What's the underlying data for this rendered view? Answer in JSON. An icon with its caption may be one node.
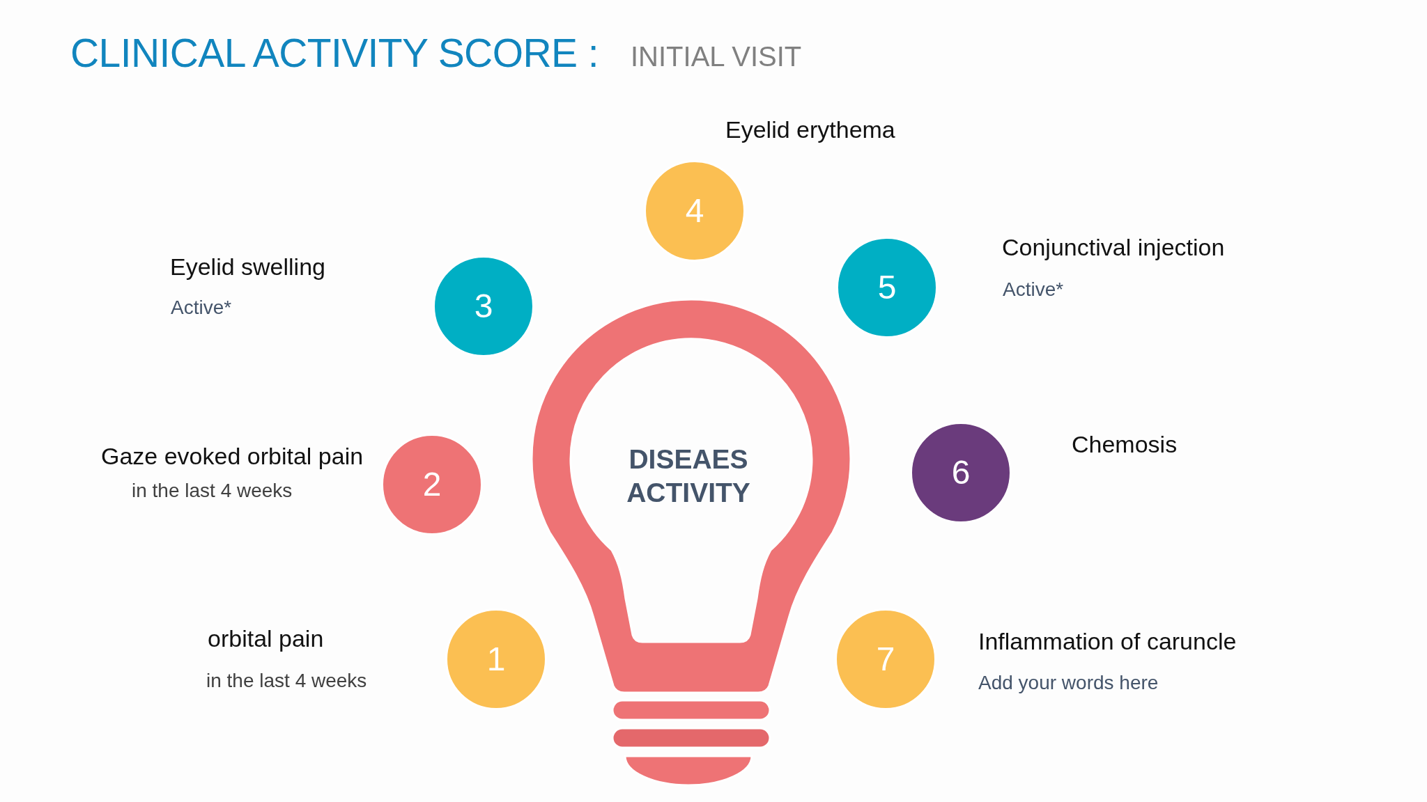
{
  "diagram": {
    "title": "CLINICAL ACTIVITY SCORE :",
    "nodes": [
      {
        "text": [
          "1"
        ],
        "beside": [
          "orbital pain",
          "in the last 4 weeks"
        ]
      },
      {
        "text": [
          "2"
        ],
        "beside": [
          "Gaze evoked orbital pain",
          "in the last 4 weeks"
        ]
      },
      {
        "text": [
          "3"
        ],
        "beside": [
          "Eyelid swelling",
          "Active*"
        ]
      },
      {
        "text": [
          "4"
        ],
        "beside": [
          "Eyelid erythema"
        ]
      },
      {
        "text": [
          "5"
        ],
        "beside": [
          "Conjunctival injection",
          "Active*"
        ]
      },
      {
        "text": [
          "6"
        ],
        "beside": [
          "Chemosis"
        ]
      },
      {
        "text": [
          "7"
        ],
        "beside": [
          "Inflammation of caruncle",
          "Add your words here"
        ]
      },
      {
        "text": [
          "DISEAES ACTIVITY"
        ]
      }
    ],
    "labels": [
      "INITIAL VISIT"
    ]
  }
}
